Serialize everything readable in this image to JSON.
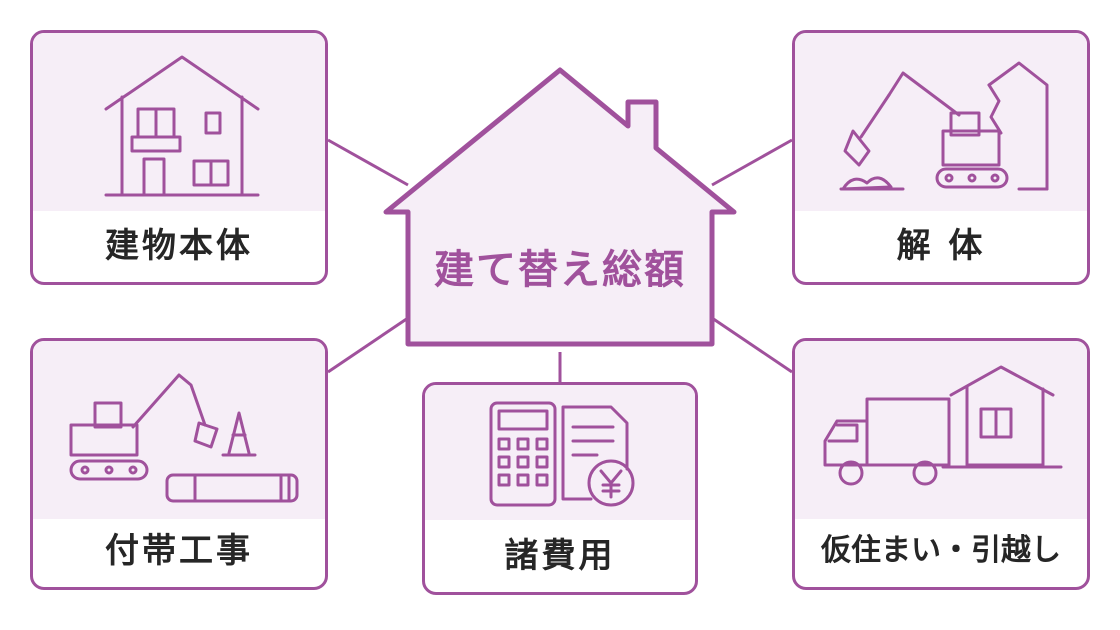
{
  "center": {
    "title": "建て替え総額"
  },
  "cards": {
    "building": {
      "label": "建物本体",
      "icon": "house-icon"
    },
    "demolition": {
      "label": "解 体",
      "icon": "excavator-demolition-icon"
    },
    "ancillary": {
      "label": "付帯工事",
      "icon": "excavator-pipe-icon"
    },
    "expenses": {
      "label": "諸費用",
      "icon": "calculator-yen-icon"
    },
    "relocation": {
      "label": "仮住まい・引越し",
      "icon": "truck-house-icon"
    }
  },
  "colors": {
    "accent": "#a0519c",
    "panel": "#f6eef7",
    "text": "#262626"
  }
}
